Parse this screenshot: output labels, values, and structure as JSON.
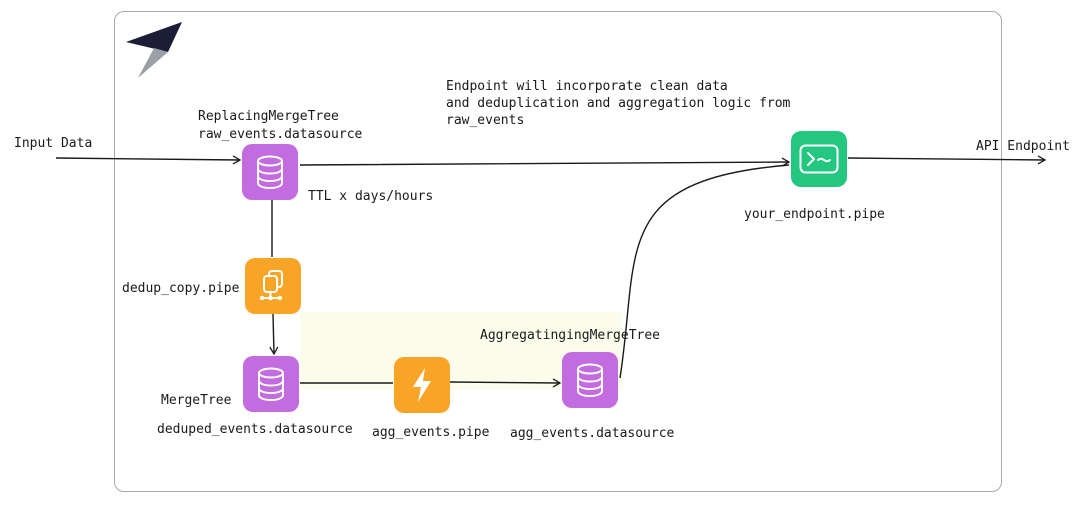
{
  "input_label": "Input Data",
  "output_label": "API Endpoint",
  "note": {
    "line1": "Endpoint will incorporate clean data",
    "line2": "and deduplication and aggregation logic from",
    "line3": "raw_events"
  },
  "raw": {
    "engine": "ReplacingMergeTree",
    "name": "raw_events.datasource",
    "ttl": "TTL x days/hours"
  },
  "dedup_pipe": {
    "name": "dedup_copy.pipe"
  },
  "deduped": {
    "engine": "MergeTree",
    "name": "deduped_events.datasource"
  },
  "agg_pipe": {
    "name": "agg_events.pipe"
  },
  "agg_ds": {
    "engine": "AggregatingingMergeTree",
    "name": "agg_events.datasource"
  },
  "endpoint": {
    "name": "your_endpoint.pipe"
  },
  "icons": {
    "datasource": "database-icon",
    "copy_pipe": "copy-pipe-icon",
    "materialize_pipe": "lightning-icon",
    "endpoint": "terminal-icon",
    "logo": "tinybird-logo-icon"
  },
  "colors": {
    "datasource": "#c26ce0",
    "copy_pipe": "#f8a527",
    "endpoint": "#23c77f",
    "highlight": "#fbfcec",
    "logo": "#1b1e36"
  }
}
